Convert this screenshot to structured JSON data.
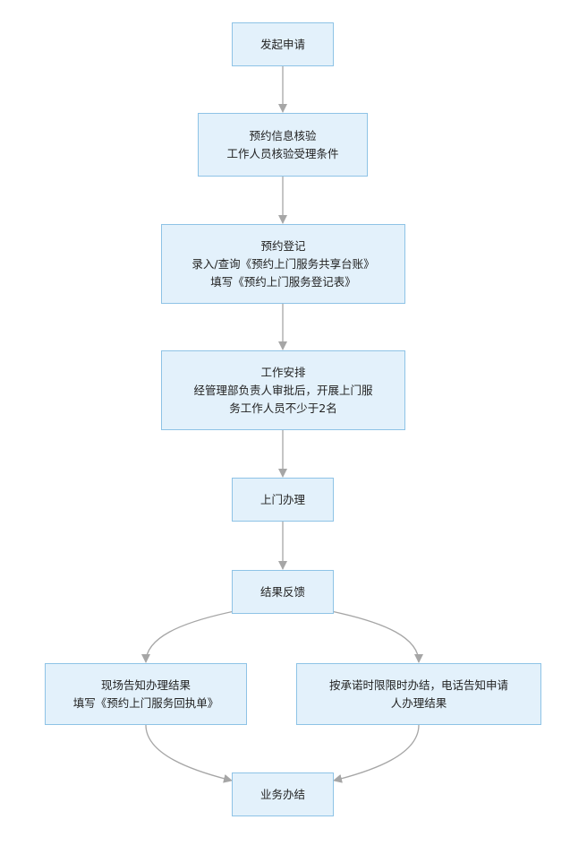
{
  "diagram": {
    "nodes": {
      "start": {
        "lines": [
          "发起申请"
        ]
      },
      "verify": {
        "lines": [
          "预约信息核验",
          "工作人员核验受理条件"
        ]
      },
      "register": {
        "lines": [
          "预约登记",
          "录入/查询《预约上门服务共享台账》",
          "填写《预约上门服务登记表》"
        ]
      },
      "arrange": {
        "lines": [
          "工作安排",
          "经管理部负责人审批后，开展上门服",
          "务工作人员不少于2名"
        ]
      },
      "visit": {
        "lines": [
          "上门办理"
        ]
      },
      "feedback": {
        "lines": [
          "结果反馈"
        ]
      },
      "onsite": {
        "lines": [
          "现场告知办理结果",
          "填写《预约上门服务回执单》"
        ]
      },
      "phone": {
        "lines": [
          "按承诺时限限时办结，电话告知申请",
          "人办理结果"
        ]
      },
      "end": {
        "lines": [
          "业务办结"
        ]
      }
    },
    "colors": {
      "node_fill": "#e3f1fb",
      "node_border": "#8ec3e6",
      "edge": "#a6a6a6",
      "text": "#222222"
    }
  }
}
